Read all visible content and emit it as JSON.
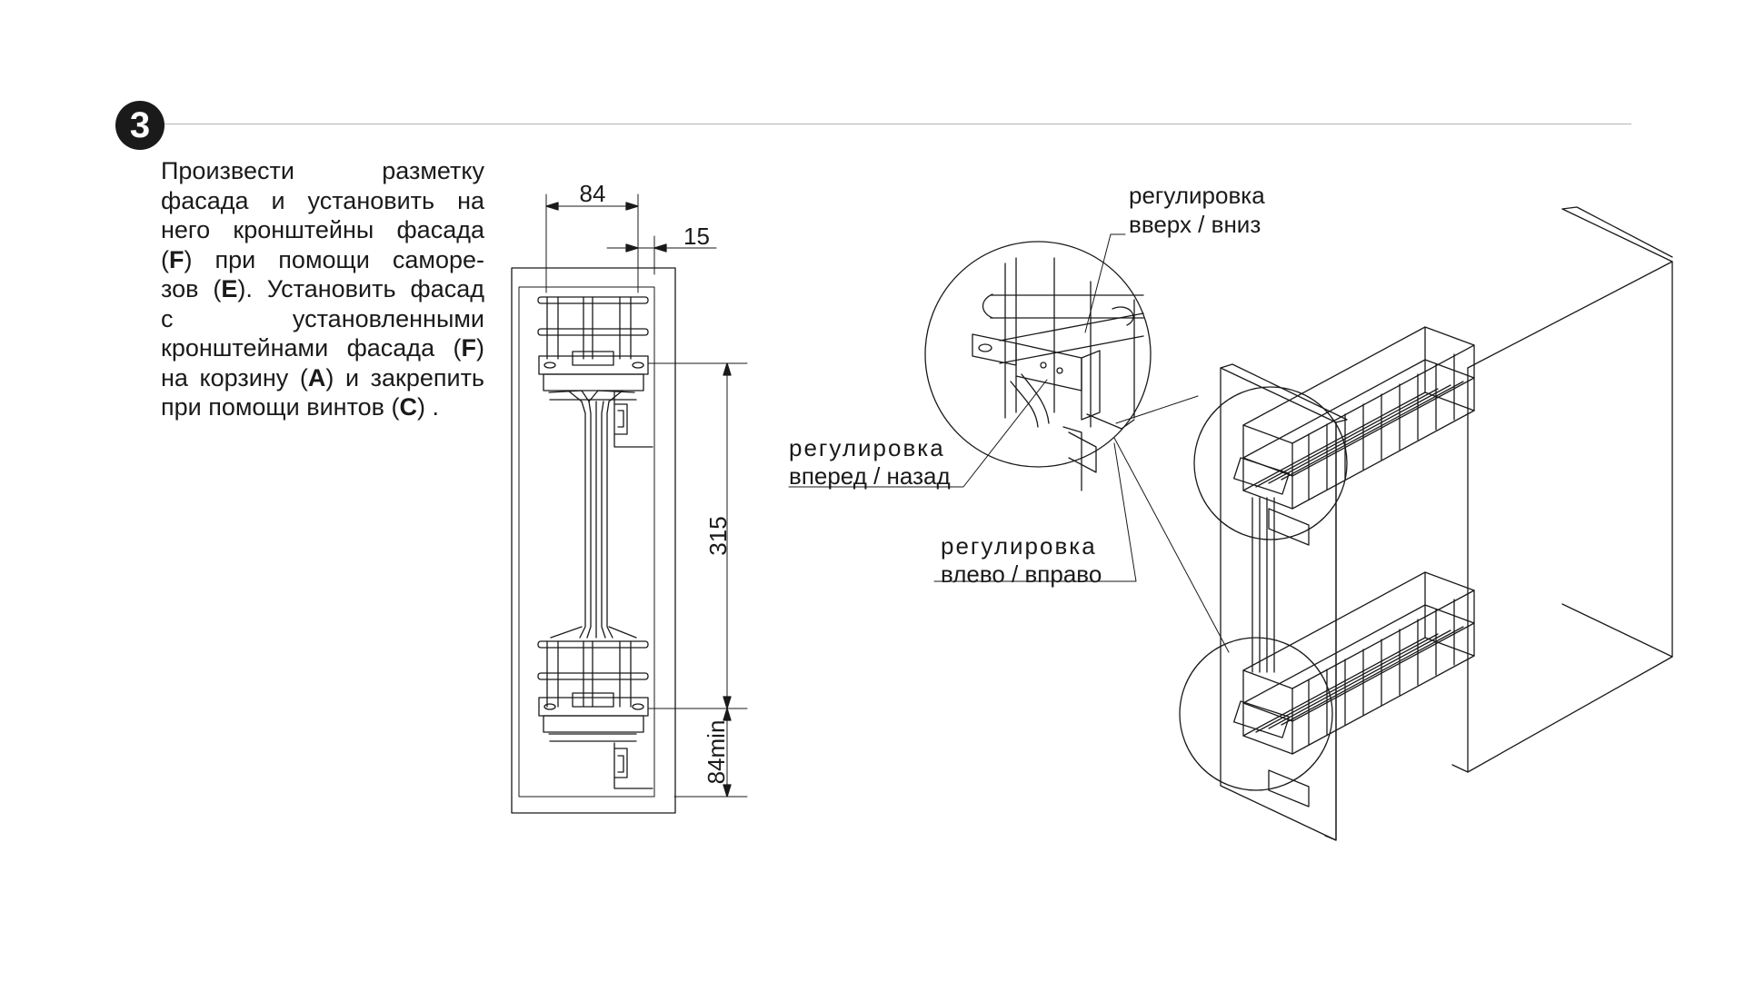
{
  "step": {
    "number": "3"
  },
  "instruction": {
    "lines": [
      {
        "parts": [
          {
            "text": "Произвести разметку",
            "bold": false
          }
        ]
      },
      {
        "parts": [
          {
            "text": "фасада и установить на",
            "bold": false
          }
        ]
      },
      {
        "parts": [
          {
            "text": "него кронштейны фасада",
            "bold": false
          }
        ]
      },
      {
        "parts": [
          {
            "text": "(",
            "bold": false
          },
          {
            "text": "F",
            "bold": true
          },
          {
            "text": ") при помощи саморе-",
            "bold": false
          }
        ]
      },
      {
        "parts": [
          {
            "text": "зов (",
            "bold": false
          },
          {
            "text": "E",
            "bold": true
          },
          {
            "text": "). Установить фасад",
            "bold": false
          }
        ]
      },
      {
        "parts": [
          {
            "text": "с установленными",
            "bold": false
          }
        ]
      },
      {
        "parts": [
          {
            "text": "кронштейнами фасада (",
            "bold": false
          },
          {
            "text": "F",
            "bold": true
          },
          {
            "text": ")",
            "bold": false
          }
        ]
      },
      {
        "parts": [
          {
            "text": "на корзину (",
            "bold": false
          },
          {
            "text": "A",
            "bold": true
          },
          {
            "text": ") и закрепить",
            "bold": false
          }
        ]
      },
      {
        "parts": [
          {
            "text": "при помощи винтов (",
            "bold": false
          },
          {
            "text": "C",
            "bold": true
          },
          {
            "text": ") .",
            "bold": false
          }
        ]
      }
    ]
  },
  "dimensions": {
    "width": "84",
    "offset": "15",
    "spacing": "315",
    "bottom_min": "84min"
  },
  "callouts": {
    "up_down": {
      "line1": "регулировка",
      "line2": "вверх / вниз"
    },
    "front_back": {
      "line1": "регулировка",
      "line2": "вперед / назад"
    },
    "left_right": {
      "line1": "регулировка",
      "line2": "влево / вправо"
    }
  }
}
